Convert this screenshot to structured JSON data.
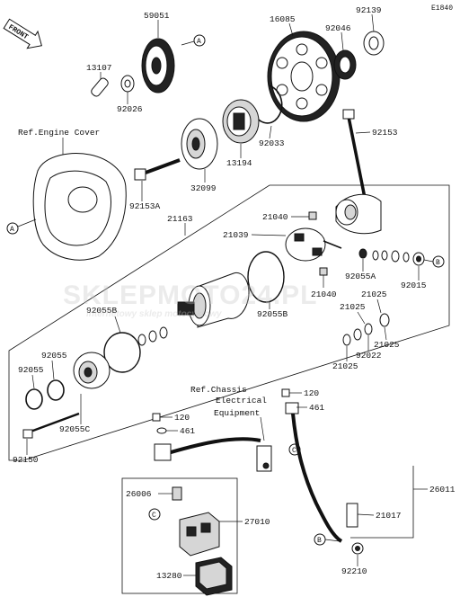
{
  "diagram_code": "E1840",
  "front_label": "FRONT",
  "ref_labels": {
    "engine_cover": "Ref.Engine Cover",
    "chassis_line1": "Ref.Chassis",
    "chassis_line2": "Electrical",
    "chassis_line3": "Equipment"
  },
  "callouts": {
    "A": "A",
    "B": "B",
    "C": "C"
  },
  "watermark": {
    "brand": "SKLEPMOTO24.PL",
    "tagline": "internetowy sklep motocyklowy"
  },
  "parts": {
    "p59051": "59051",
    "p16085": "16085",
    "p92139": "92139",
    "p92046": "92046",
    "p13107": "13107",
    "p92026": "92026",
    "p92033": "92033",
    "p13194": "13194",
    "p32099": "32099",
    "p92153": "92153",
    "p92153A": "92153A",
    "p21163": "21163",
    "p21040a": "21040",
    "p21039": "21039",
    "p92055A": "92055A",
    "p92015": "92015",
    "p21040b": "21040",
    "p21025a": "21025",
    "p21025b": "21025",
    "p21025c": "21025",
    "p21025d": "21025",
    "p92022": "92022",
    "p92055B_a": "92055B",
    "p92055B_b": "92055B",
    "p92055": "92055",
    "p92055_2": "92055",
    "p92055C": "92055C",
    "p92150": "92150",
    "p120a": "120",
    "p461a": "461",
    "p120b": "120",
    "p461b": "461",
    "p26011": "26011",
    "p21017": "21017",
    "p92210": "92210",
    "p26006": "26006",
    "p27010": "27010",
    "p13280": "13280"
  }
}
